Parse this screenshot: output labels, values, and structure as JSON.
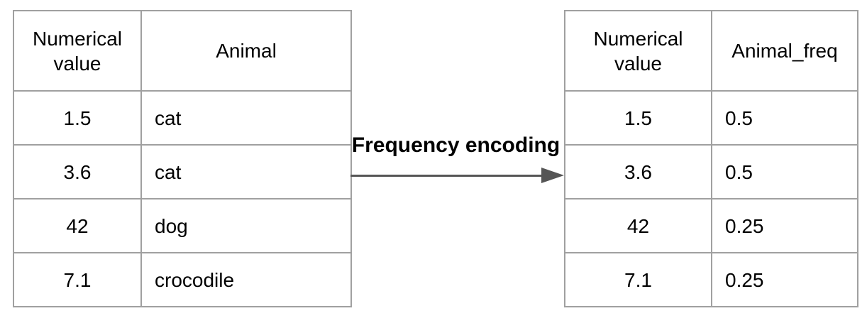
{
  "canvas": {
    "background": "#ffffff"
  },
  "colors": {
    "table_border": "#a0a0a0",
    "arrow": "#555555",
    "text": "#000000"
  },
  "arrow": {
    "label": "Frequency encoding"
  },
  "tables": {
    "left": {
      "headers": [
        "Numerical value",
        "Animal"
      ],
      "rows": [
        [
          "1.5",
          "cat"
        ],
        [
          "3.6",
          "cat"
        ],
        [
          "42",
          "dog"
        ],
        [
          "7.1",
          "crocodile"
        ]
      ]
    },
    "right": {
      "headers": [
        "Numerical value",
        "Animal_freq"
      ],
      "rows": [
        [
          "1.5",
          "0.5"
        ],
        [
          "3.6",
          "0.5"
        ],
        [
          "42",
          "0.25"
        ],
        [
          "7.1",
          "0.25"
        ]
      ]
    }
  }
}
